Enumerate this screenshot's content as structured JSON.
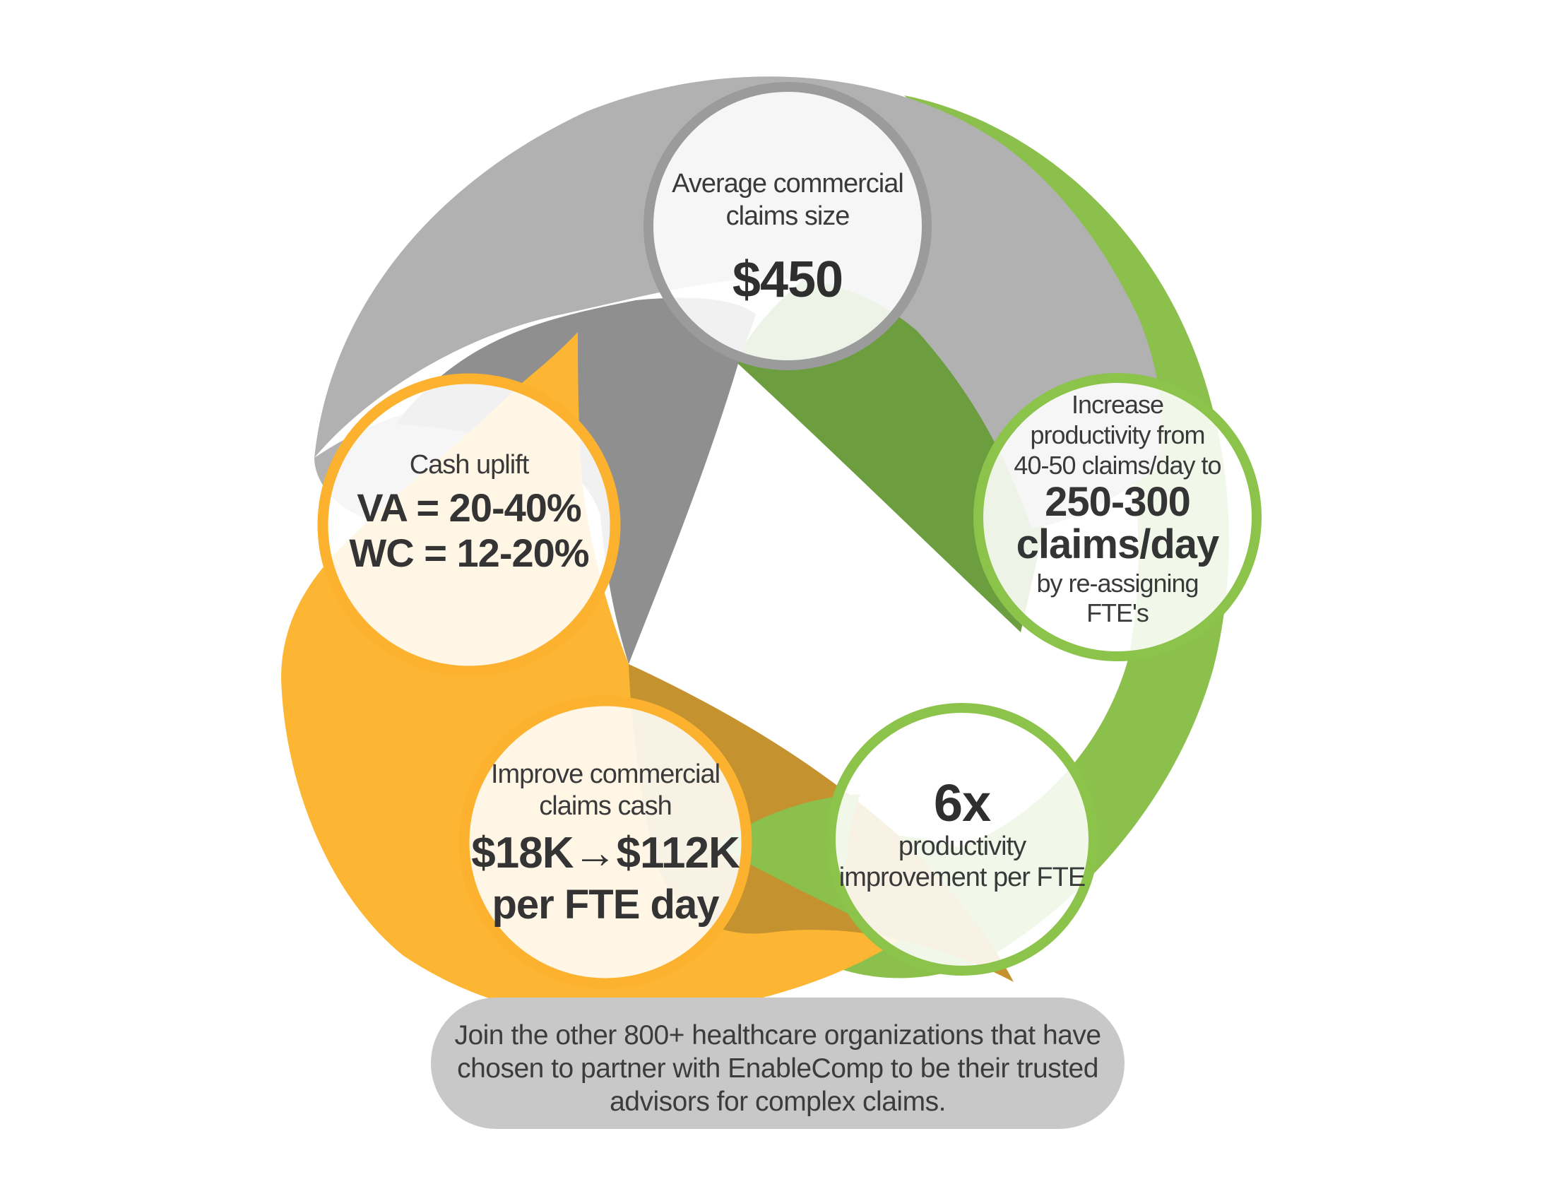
{
  "colors": {
    "gray_light": "#B1B1B1",
    "gray_dark": "#8F8F8F",
    "gray_circle_stroke": "#9B9B9B",
    "green_light": "#8BC04C",
    "green_dark": "#6C9E3F",
    "green_circle_stroke": "#8CC34B",
    "yellow": "#FCB633",
    "mustard": "#C4922E",
    "yellow_circle_stroke": "#FCB12F",
    "capsule_bg": "#C8C8C8",
    "circle_fill": "#FFFFFF",
    "text": "#3A3A3A"
  },
  "top_circle": {
    "line1": "Average commercial",
    "line2": "claims size",
    "value": "$450"
  },
  "right_circle": {
    "line1": "Increase",
    "line2": "productivity from",
    "line3": "40-50 claims/day to",
    "bold1": "250-300",
    "bold2": "claims/day",
    "line4": "by re-assigning",
    "line5": "FTE's"
  },
  "left_circle": {
    "label": "Cash uplift",
    "bold1": "VA = 20-40%",
    "bold2": "WC = 12-20%"
  },
  "bottom_left_circle": {
    "line1": "Improve commercial",
    "line2": "claims cash",
    "bold1": "$18K→$112K",
    "bold2": "per FTE day"
  },
  "bottom_right_circle": {
    "value": "6x",
    "line1": "productivity",
    "line2": "improvement per FTE"
  },
  "footer": {
    "line1": "Join the other 800+ healthcare organizations that have",
    "line2": "chosen to partner with EnableComp to be their trusted",
    "line3": "advisors for complex claims."
  }
}
